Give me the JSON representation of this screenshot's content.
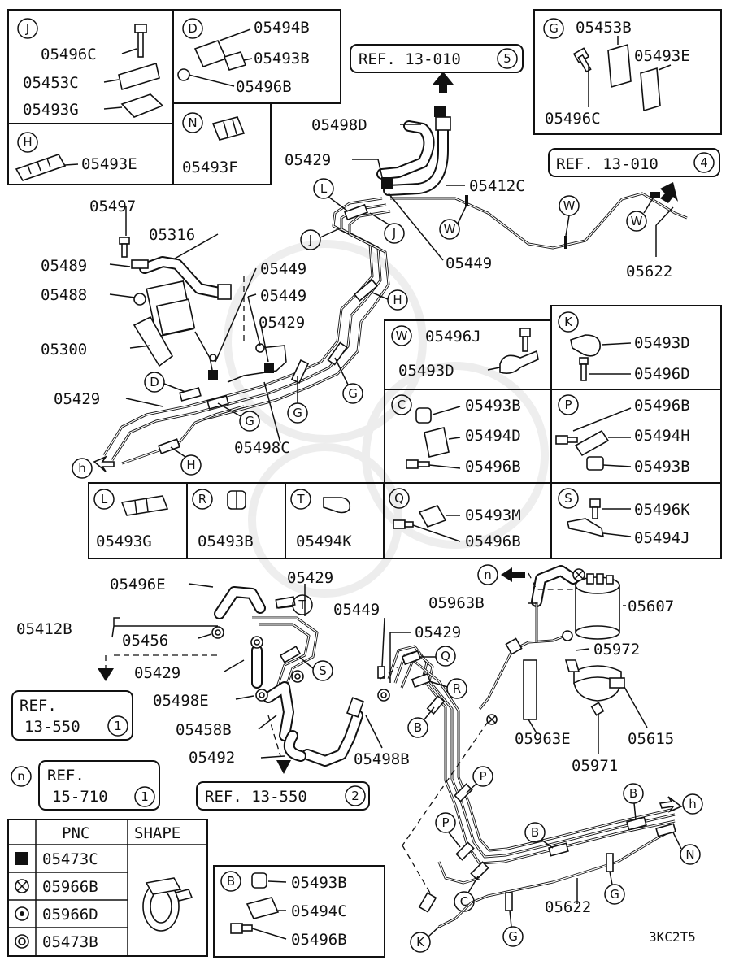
{
  "diagram_code": "3KC2T5",
  "legend": {
    "headers": [
      "PNC",
      "SHAPE"
    ],
    "rows": [
      {
        "symbol": "filled-square",
        "pnc": "05473C"
      },
      {
        "symbol": "circled-x",
        "pnc": "05966B"
      },
      {
        "symbol": "circled-dot",
        "pnc": "05966D"
      },
      {
        "symbol": "double-circle",
        "pnc": "05473B"
      }
    ]
  },
  "references": [
    {
      "text": "REF. 13-010",
      "num": "5"
    },
    {
      "text": "REF. 13-010",
      "num": "4"
    },
    {
      "line1": "REF.",
      "line2": "13-550",
      "num": "1"
    },
    {
      "line1": "REF.",
      "line2": "15-710",
      "num": "1"
    },
    {
      "text": "REF. 13-550",
      "num": "2"
    }
  ],
  "detail_boxes": {
    "J": {
      "letter": "J",
      "parts": [
        "05496C",
        "05453C",
        "05493G"
      ]
    },
    "D": {
      "letter": "D",
      "parts": [
        "05494B",
        "05493B",
        "05496B"
      ]
    },
    "H": {
      "letter": "H",
      "parts": [
        "05493E"
      ]
    },
    "N": {
      "letter": "N",
      "parts": [
        "05493F"
      ]
    },
    "G": {
      "letter": "G",
      "parts": [
        "05453B",
        "05493E",
        "05496C"
      ]
    },
    "W": {
      "letter": "W",
      "parts": [
        "05496J",
        "05493D"
      ]
    },
    "K": {
      "letter": "K",
      "parts": [
        "05493D",
        "05496D"
      ]
    },
    "C": {
      "letter": "C",
      "parts": [
        "05493B",
        "05494D",
        "05496B"
      ]
    },
    "P": {
      "letter": "P",
      "parts": [
        "05496B",
        "05494H",
        "05493B"
      ]
    },
    "L": {
      "letter": "L",
      "parts": [
        "05493G"
      ]
    },
    "R": {
      "letter": "R",
      "parts": [
        "05493B"
      ]
    },
    "T": {
      "letter": "T",
      "parts": [
        "05494K"
      ]
    },
    "Q": {
      "letter": "Q",
      "parts": [
        "05493M",
        "05496B"
      ]
    },
    "S": {
      "letter": "S",
      "parts": [
        "05496K",
        "05494J"
      ]
    },
    "B": {
      "letter": "B",
      "parts": [
        "05493B",
        "05494C",
        "05496B"
      ]
    }
  },
  "upper_labels": [
    "05498D",
    "05429",
    "05412C",
    "05449",
    "05622",
    "05497",
    "05316",
    "05489",
    "05488",
    "05300",
    "05449",
    "05449",
    "05429",
    "05429",
    "05498C"
  ],
  "lower_labels": [
    "05496E",
    "05429",
    "05412B",
    "05456",
    "05429",
    "05449",
    "05429",
    "05498E",
    "05458B",
    "05492",
    "05498B",
    "05963B",
    "05607",
    "05972",
    "05963E",
    "05615",
    "05971",
    "05622"
  ],
  "callout_letters": {
    "upper": [
      "L",
      "J",
      "J",
      "W",
      "W",
      "W",
      "H",
      "G",
      "G",
      "D",
      "G",
      "H",
      "h"
    ],
    "lower": [
      "T",
      "S",
      "Q",
      "R",
      "B",
      "n",
      "P",
      "P",
      "C",
      "K",
      "B",
      "G",
      "G",
      "B",
      "N",
      "h",
      "n"
    ]
  }
}
